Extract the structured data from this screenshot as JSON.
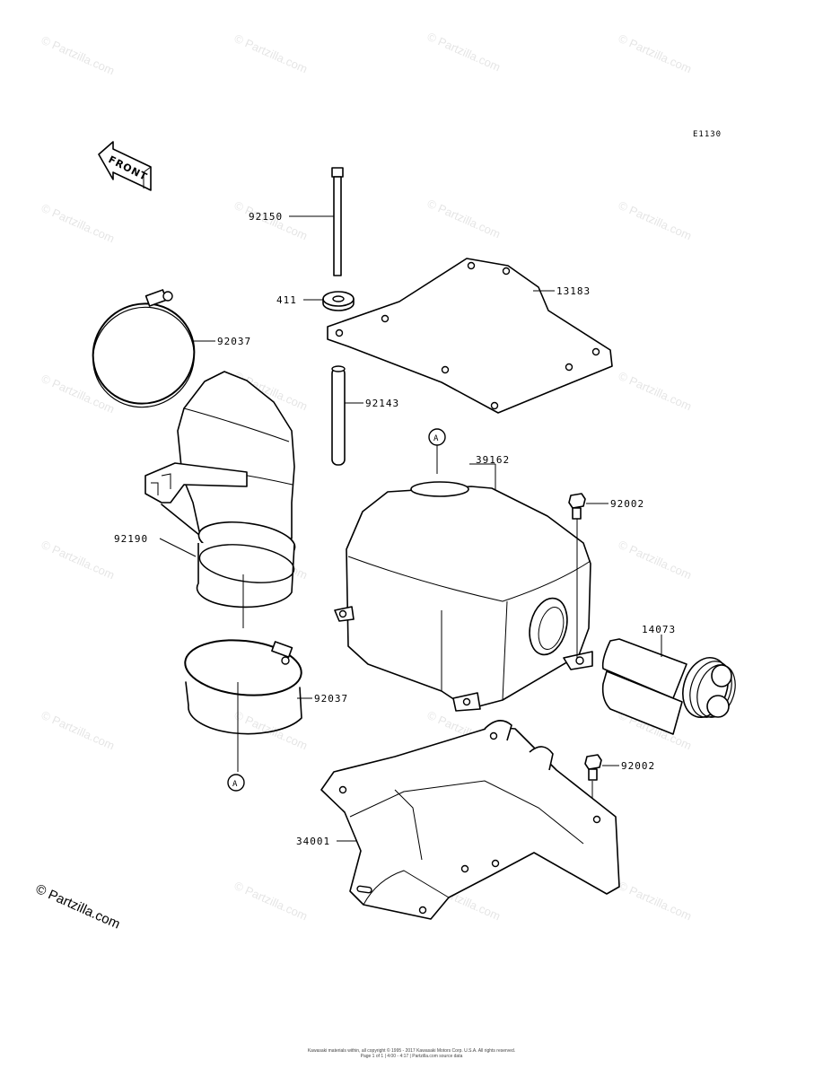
{
  "diagram_code": "E1130",
  "front_marker": "FRONT",
  "parts": {
    "p92150": "92150",
    "p411": "411",
    "p13183": "13183",
    "p92037_top": "92037",
    "p92143": "92143",
    "ref_a_top": "A",
    "p39162": "39162",
    "p92002_top": "92002",
    "p92190": "92190",
    "p14073": "14073",
    "p92037_bottom": "92037",
    "p92002_bottom": "92002",
    "ref_a_bottom": "A",
    "p34001": "34001"
  },
  "watermark": "© Partzilla.com",
  "copyright": "© Partzilla.com",
  "footer": {
    "line1": "Kawasaki materials within, all copyright © 1995 - 2017 Kawasaki Motors Corp. U.S.A. All rights reserved.",
    "line2": "Page 1 of 1 | 4:00 - 4:17 | Partzilla.com source data"
  }
}
